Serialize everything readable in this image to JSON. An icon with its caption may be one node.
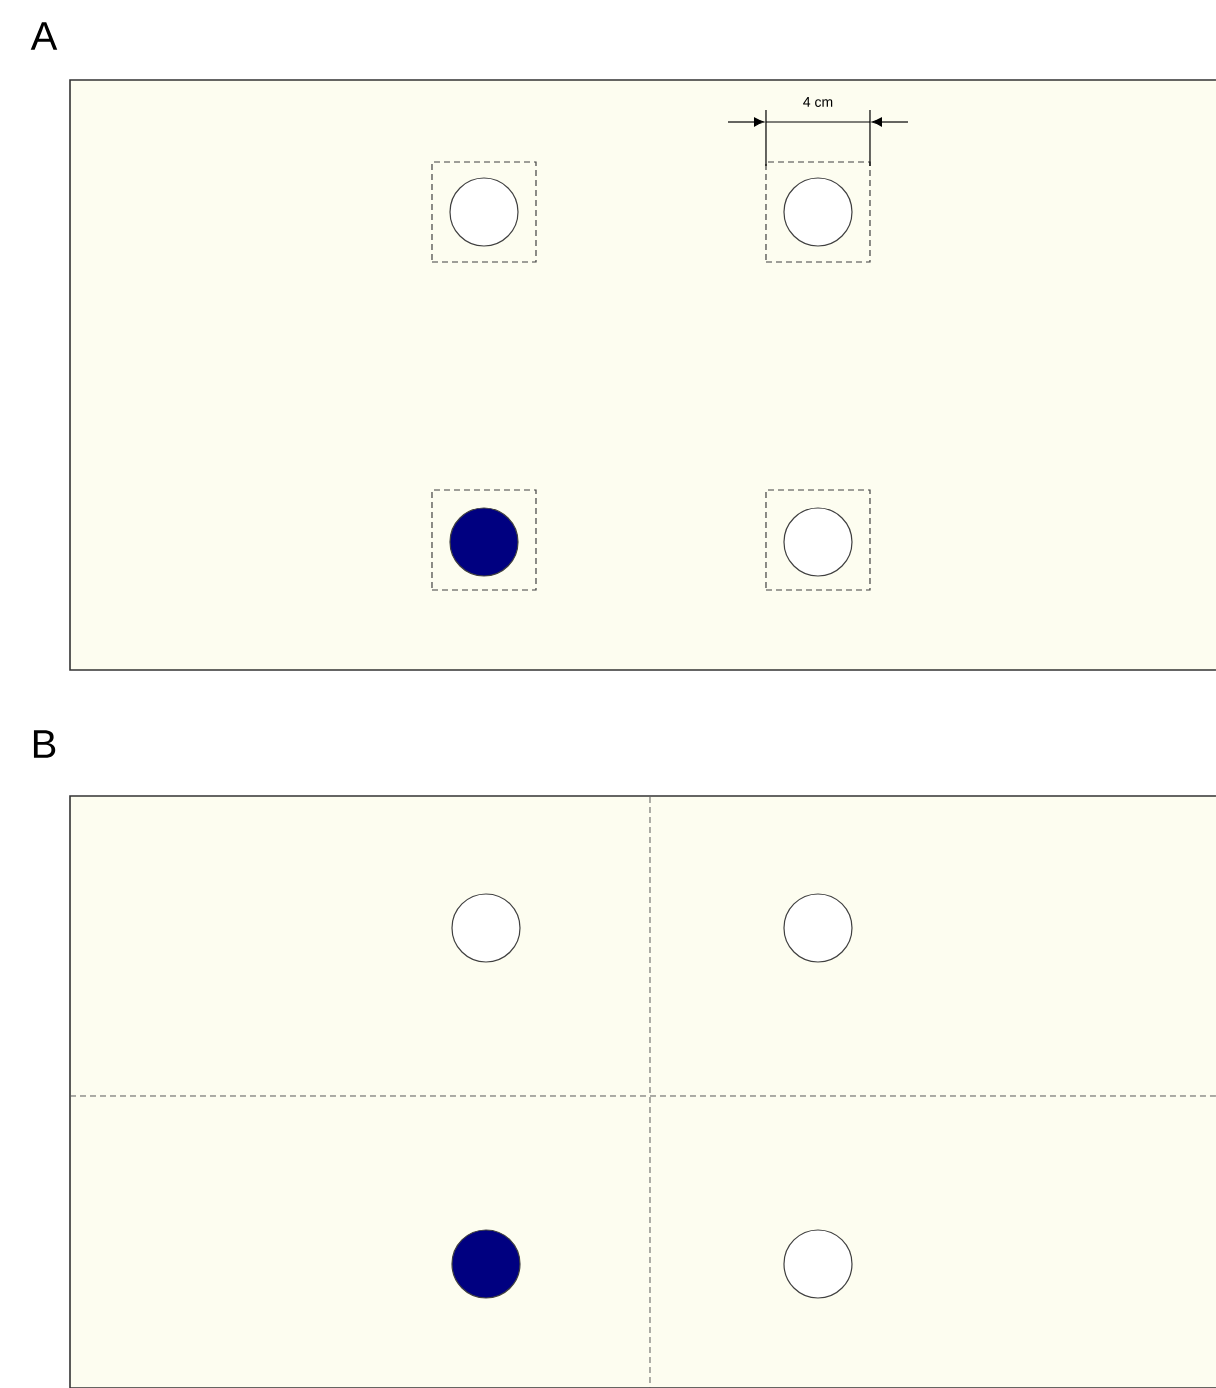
{
  "diagram": {
    "nodes": [
      {
        "text": [
          "A"
        ]
      },
      {
        "text": [],
        "shape": "box",
        "in": 0
      },
      {
        "text": [],
        "shape": "box",
        "in": 0
      },
      {
        "text": [],
        "shape": "box",
        "in": 0
      },
      {
        "text": [],
        "shape": "box",
        "in": 0
      },
      {
        "text": [],
        "shape": "circle",
        "in": 1
      },
      {
        "text": [],
        "shape": "circle",
        "in": 2
      },
      {
        "text": [],
        "shape": "circle",
        "in": 3
      },
      {
        "text": [],
        "shape": "circle",
        "in": 4
      },
      {
        "text": [
          "B"
        ]
      },
      {
        "text": [],
        "shape": "circle",
        "in": 9
      },
      {
        "text": [],
        "shape": "circle",
        "in": 9
      },
      {
        "text": [],
        "shape": "circle",
        "in": 9
      },
      {
        "text": [],
        "shape": "circle",
        "in": 9
      }
    ],
    "labels": [
      "4 cm"
    ]
  }
}
